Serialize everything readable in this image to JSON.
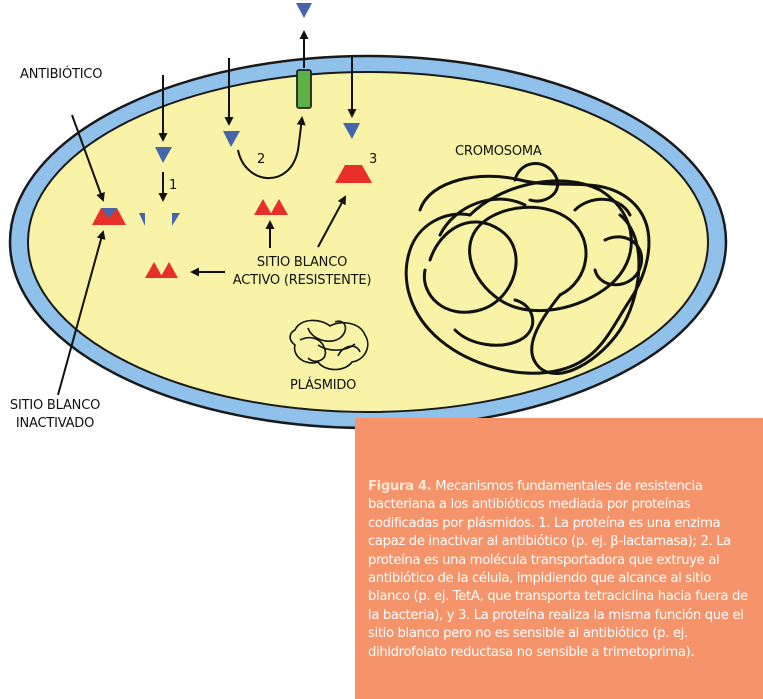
{
  "colors": {
    "cell_wall": "#8fc1ea",
    "cytoplasm": "#f8f3a6",
    "antibiotic": "#4466aa",
    "target_site": "#e8302a",
    "transporter": "#5cb046",
    "caption_bg": "#f5936a"
  },
  "labels": {
    "antibiotic": "ANTIBIÓTICO",
    "chromosome": "CROMOSOMA",
    "plasmid": "PLÁSMIDO",
    "active_site_line1": "SITIO BLANCO",
    "active_site_line2": "ACTIVO (RESISTENTE)",
    "inactivated_line1": "SITIO BLANCO",
    "inactivated_line2": "INACTIVADO",
    "mech1": "1",
    "mech2": "2",
    "mech3": "3"
  },
  "caption": {
    "figure_label": "Figura 4.",
    "text": "Mecanismos fundamentales de resistencia bacteriana a los antibióticos mediada por proteínas codificadas por plásmidos. 1. La proteína es una enzima capaz de inactivar al antibiótico (p. ej. β-lactamasa); 2. La proteína es una molécula transportadora que extruye al antibiótico de la célula, impidiendo que alcance al sitio blanco (p. ej. TetA, que transporta tetraciclina hacia fuera de la bacteria), y 3. La proteína realiza la misma función que el sitio blanco pero no es sensible al antibiótico (p. ej. dihidrofolato reductasa no sensible a trimetoprima)."
  }
}
